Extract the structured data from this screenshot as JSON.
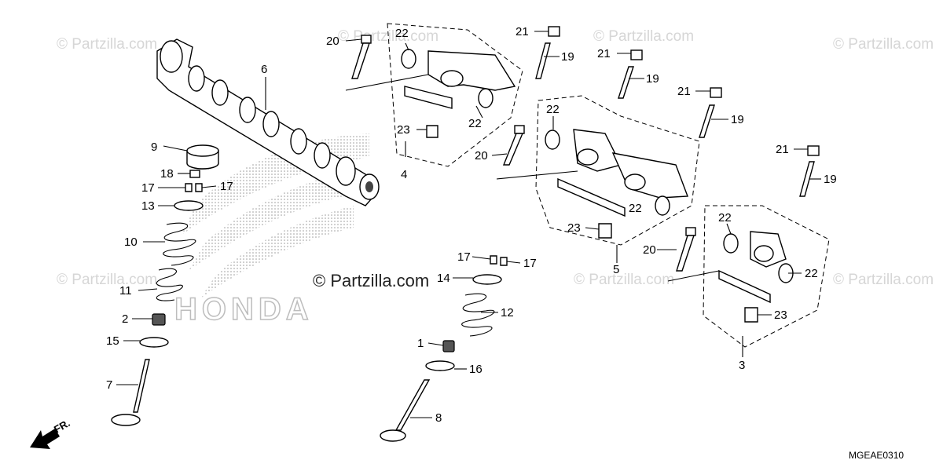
{
  "watermarks": {
    "main": "© Partzilla.com",
    "faint": "© Partzilla.com"
  },
  "brand_mark": "HONDA",
  "diagram_code": "MGEAE0310",
  "front_indicator": "FR.",
  "callouts": {
    "p1": "1",
    "p2": "2",
    "p3": "3",
    "p4": "4",
    "p5": "5",
    "p6": "6",
    "p7": "7",
    "p8": "8",
    "p9": "9",
    "p10": "10",
    "p11": "11",
    "p12": "12",
    "p13": "13",
    "p14": "14",
    "p15": "15",
    "p16": "16",
    "p17": "17",
    "p18": "18",
    "p19": "19",
    "p20": "20",
    "p21": "21",
    "p22": "22",
    "p23": "23"
  },
  "colors": {
    "watermark": "#d6d6d6",
    "lines": "#000000",
    "halftone": "#bdbdbd"
  }
}
